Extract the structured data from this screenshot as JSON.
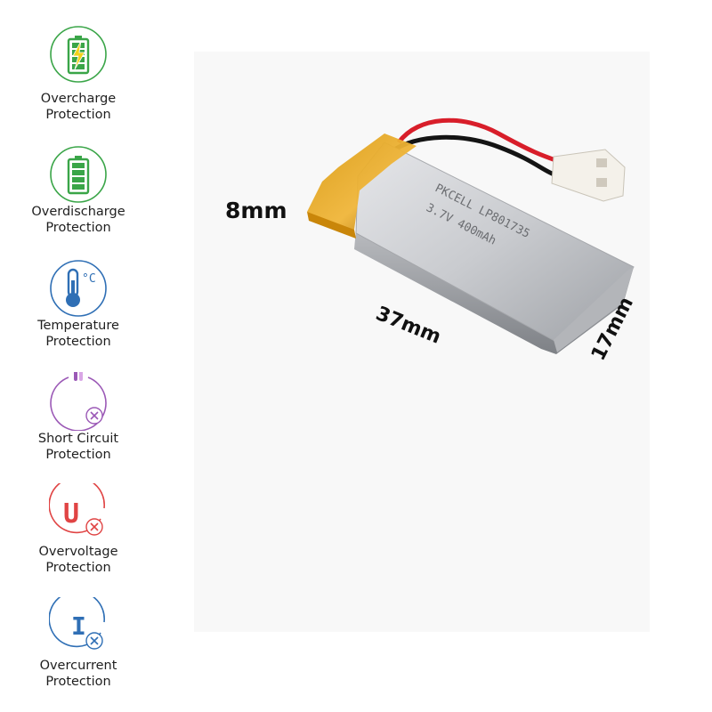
{
  "features": [
    {
      "id": "overcharge",
      "line1": "Overcharge",
      "line2": "Protection",
      "icon": "battery-charging-icon",
      "color": "#3aa548"
    },
    {
      "id": "overdischarge",
      "line1": "Overdischarge",
      "line2": "Protection",
      "icon": "battery-full-icon",
      "color": "#3aa548"
    },
    {
      "id": "temperature",
      "line1": "Temperature",
      "line2": "Protection",
      "icon": "thermometer-icon",
      "color": "#2f6fb5"
    },
    {
      "id": "short-circuit",
      "line1": "Short Circuit",
      "line2": "Protection",
      "icon": "power-off-icon",
      "color": "#9b59b6"
    },
    {
      "id": "overvoltage",
      "line1": "Overvoltage",
      "line2": "Protection",
      "icon": "voltage-u-icon",
      "color": "#e04444"
    },
    {
      "id": "overcurrent",
      "line1": "Overcurrent",
      "line2": "Protection",
      "icon": "current-i-icon",
      "color": "#2f6fb5"
    }
  ],
  "temperature_unit": "°C",
  "voltage_symbol": "U",
  "current_symbol": "I",
  "battery": {
    "brand_line": "PKCELL LP801735",
    "spec_line": "3.7V 400mAh"
  },
  "dimensions": {
    "thickness": "8mm",
    "length": "37mm",
    "width": "17mm"
  }
}
